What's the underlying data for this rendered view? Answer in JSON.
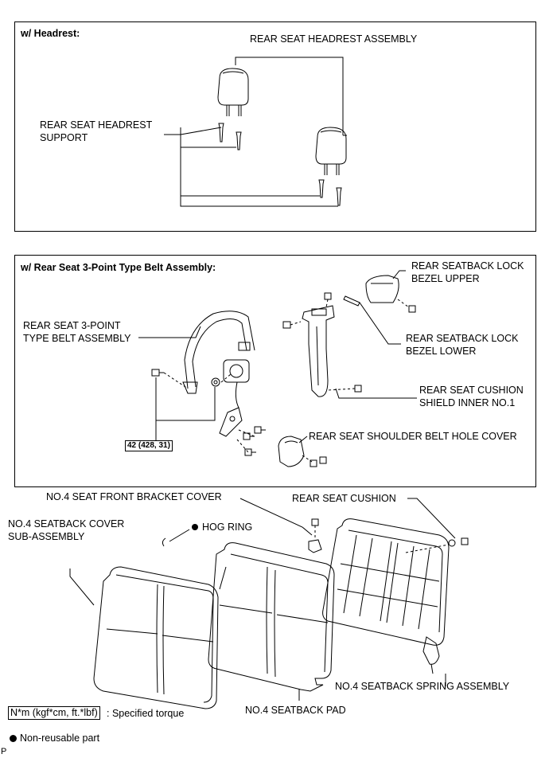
{
  "panel_headrest": {
    "title": "w/ Headrest:",
    "label_assembly": "REAR SEAT HEADREST ASSEMBLY",
    "label_support_l1": "REAR SEAT HEADREST",
    "label_support_l2": "SUPPORT"
  },
  "panel_belt": {
    "title": "w/ Rear Seat 3-Point Type Belt Assembly:",
    "label_lock_upper_l1": "REAR SEATBACK LOCK",
    "label_lock_upper_l2": "BEZEL UPPER",
    "label_belt_l1": "REAR SEAT 3-POINT",
    "label_belt_l2": "TYPE BELT ASSEMBLY",
    "label_lock_lower_l1": "REAR SEATBACK LOCK",
    "label_lock_lower_l2": "BEZEL LOWER",
    "label_shield_l1": "REAR SEAT CUSHION",
    "label_shield_l2": "SHIELD INNER NO.1",
    "torque": "42 (428, 31)",
    "label_hole_cover": "REAR SEAT SHOULDER BELT HOLE COVER"
  },
  "lower": {
    "label_bracket_cover": "NO.4 SEAT FRONT BRACKET COVER",
    "label_cushion": "REAR SEAT CUSHION",
    "label_cover_l1": "NO.4 SEATBACK COVER",
    "label_cover_l2": "SUB-ASSEMBLY",
    "label_hog_ring": "HOG RING",
    "label_spring": "NO.4 SEATBACK SPRING ASSEMBLY",
    "label_pad": "NO.4 SEATBACK PAD"
  },
  "legend": {
    "torque_box": "N*m (kgf*cm, ft.*lbf)",
    "torque_text": ": Specified torque",
    "nonreusable": "Non-reusable part"
  },
  "footer_code": "P"
}
